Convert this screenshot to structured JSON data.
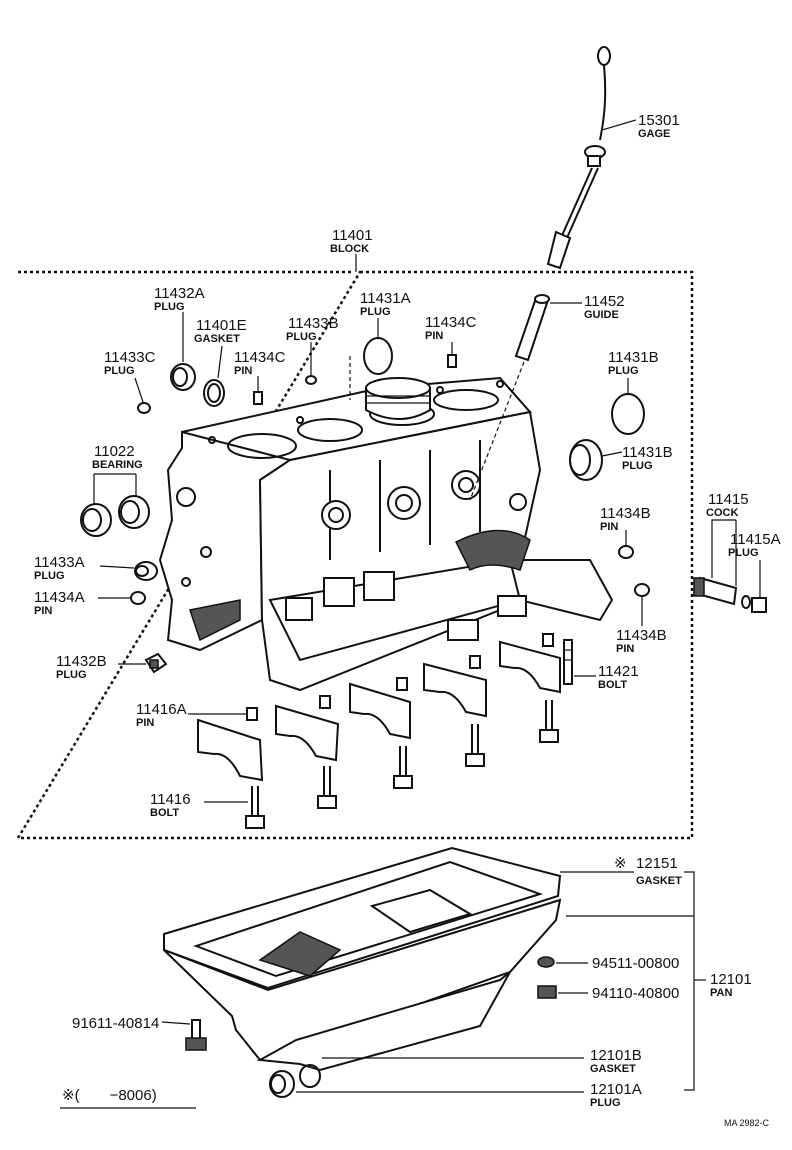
{
  "diagram": {
    "parts": [
      {
        "id": "gage_15301",
        "number": "15301",
        "name": "GAGE"
      },
      {
        "id": "block_11401",
        "number": "11401",
        "name": "BLOCK"
      },
      {
        "id": "plug_11432A",
        "number": "11432A",
        "name": "PLUG"
      },
      {
        "id": "gasket_11401E",
        "number": "11401E",
        "name": "GASKET"
      },
      {
        "id": "plug_11433B",
        "number": "11433B",
        "name": "PLUG"
      },
      {
        "id": "plug_11431A",
        "number": "11431A",
        "name": "PLUG"
      },
      {
        "id": "pin_11434C_a",
        "number": "11434C",
        "name": "PIN"
      },
      {
        "id": "guide_11452",
        "number": "11452",
        "name": "GUIDE"
      },
      {
        "id": "plug_11433C",
        "number": "11433C",
        "name": "PLUG"
      },
      {
        "id": "pin_11434C_b",
        "number": "11434C",
        "name": "PIN"
      },
      {
        "id": "plug_11431B_a",
        "number": "11431B",
        "name": "PLUG"
      },
      {
        "id": "bearing_11022",
        "number": "11022",
        "name": "BEARING"
      },
      {
        "id": "plug_11431B_b",
        "number": "11431B",
        "name": "PLUG"
      },
      {
        "id": "cock_11415",
        "number": "11415",
        "name": "COCK"
      },
      {
        "id": "pin_11434B_a",
        "number": "11434B",
        "name": "PIN"
      },
      {
        "id": "plug_11415A",
        "number": "11415A",
        "name": "PLUG"
      },
      {
        "id": "plug_11433A",
        "number": "11433A",
        "name": "PLUG"
      },
      {
        "id": "pin_11434A",
        "number": "11434A",
        "name": "PIN"
      },
      {
        "id": "pin_11434B_b",
        "number": "11434B",
        "name": "PIN"
      },
      {
        "id": "plug_11432B",
        "number": "11432B",
        "name": "PLUG"
      },
      {
        "id": "bolt_11421",
        "number": "11421",
        "name": "BOLT"
      },
      {
        "id": "pin_11416A",
        "number": "11416A",
        "name": "PIN"
      },
      {
        "id": "bolt_11416",
        "number": "11416",
        "name": "BOLT"
      },
      {
        "id": "gasket_12151",
        "number": "12151",
        "name": "GASKET",
        "prefix": "※"
      },
      {
        "id": "pan_12101",
        "number": "12101",
        "name": "PAN"
      },
      {
        "id": "gasket_12101B",
        "number": "12101B",
        "name": "GASKET"
      },
      {
        "id": "plug_12101A",
        "number": "12101A",
        "name": "PLUG"
      }
    ],
    "hardware": [
      {
        "id": "nut_94511",
        "number": "94511-00800"
      },
      {
        "id": "nut_94110",
        "number": "94110-40800"
      },
      {
        "id": "bolt_91611",
        "number": "91611-40814"
      }
    ],
    "footnote": "※(　　−8006)",
    "figure_code": "MA 2982-C"
  }
}
